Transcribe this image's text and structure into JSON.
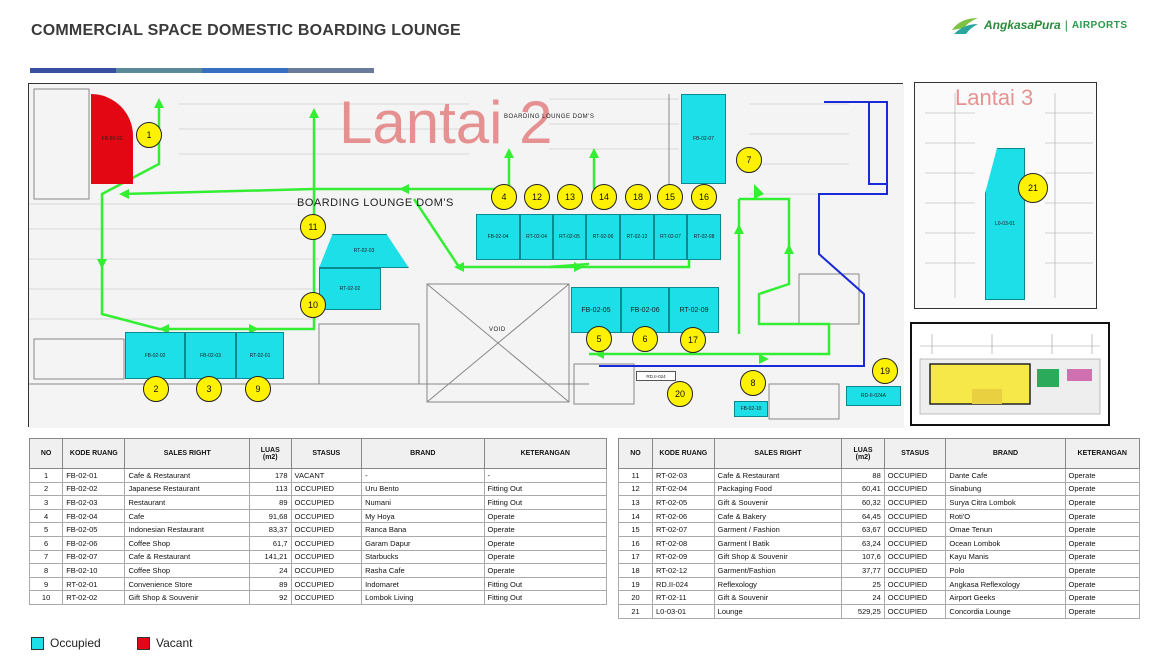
{
  "header": {
    "title": "COMMERCIAL SPACE DOMESTIC BOARDING LOUNGE",
    "logo_text": "AngkasaPura",
    "logo_sep": "|",
    "logo_sub": "AIRPORTS",
    "bar_colors": [
      "#3b4fa0",
      "#5a8a9a",
      "#3b6fc0",
      "#6a7a9a"
    ]
  },
  "map2": {
    "watermark": "Lantai 2",
    "hall_label": "BOARDING LOUNGE DOM'S",
    "hall_label_top": "BOARDING LOUNGE DOM'S",
    "void_label": "VOID",
    "rooms": {
      "fb0201": "FB-02-01",
      "fb0202": "FB-02-02",
      "fb0203": "FB-02-03",
      "rt0201": "RT-02-01",
      "rt0203": "RT-02-03",
      "rt0202": "RT-02-02",
      "fb0204": "FB-02-04",
      "rt0204": "RT-02-04",
      "rt0205": "RT-02-05",
      "rt0206": "RT-02-06",
      "rt0212": "RT-02-12",
      "rt0207": "RT-02-07",
      "rt0208": "RT-02-08",
      "fb0207": "FB-02-07",
      "fb0205": "FB-02-05",
      "fb0206": "FB-02-06",
      "rt0209": "RT-02-09",
      "rd024": "RD.II-024",
      "fb0210": "FB-02-10",
      "rd024a": "RD-II-024A"
    },
    "markers": [
      "1",
      "2",
      "3",
      "4",
      "5",
      "6",
      "7",
      "8",
      "9",
      "10",
      "11",
      "12",
      "13",
      "14",
      "15",
      "16",
      "17",
      "18",
      "19",
      "20"
    ]
  },
  "map3": {
    "watermark": "Lantai 3",
    "room": "L0-03-01",
    "marker": "21"
  },
  "table_left": {
    "headers": [
      "NO",
      "KODE RUANG",
      "SALES RIGHT",
      "LUAS (m2)",
      "STASUS",
      "BRAND",
      "KETERANGAN"
    ],
    "rows": [
      [
        "1",
        "FB-02-01",
        "Cafe & Restaurant",
        "178",
        "VACANT",
        "-",
        "-"
      ],
      [
        "2",
        "FB-02-02",
        "Japanese Restaurant",
        "113",
        "OCCUPIED",
        "Uru Bento",
        "Fitting Out"
      ],
      [
        "3",
        "FB-02-03",
        "Restaurant",
        "89",
        "OCCUPIED",
        "Numani",
        "Fitting Out"
      ],
      [
        "4",
        "FB-02-04",
        "Cafe",
        "91,68",
        "OCCUPIED",
        "My Hoya",
        "Operate"
      ],
      [
        "5",
        "FB-02-05",
        "Indonesian Restaurant",
        "83,37",
        "OCCUPIED",
        "Ranca Bana",
        "Operate"
      ],
      [
        "6",
        "FB-02-06",
        "Coffee Shop",
        "61,7",
        "OCCUPIED",
        "Garam Dapur",
        "Operate"
      ],
      [
        "7",
        "FB-02-07",
        "Cafe & Restaurant",
        "141,21",
        "OCCUPIED",
        "Starbucks",
        "Operate"
      ],
      [
        "8",
        "FB-02-10",
        "Coffee Shop",
        "24",
        "OCCUPIED",
        "Rasha Cafe",
        "Operate"
      ],
      [
        "9",
        "RT-02-01",
        "Convenience Store",
        "89",
        "OCCUPIED",
        "Indomaret",
        "Fitting Out"
      ],
      [
        "10",
        "RT-02-02",
        "Gift Shop & Souvenir",
        "92",
        "OCCUPIED",
        "Lombok Living",
        "Fitting Out"
      ]
    ]
  },
  "table_right": {
    "headers": [
      "NO",
      "KODE RUANG",
      "SALES RIGHT",
      "LUAS (m2)",
      "STASUS",
      "BRAND",
      "KETERANGAN"
    ],
    "rows": [
      [
        "11",
        "RT-02-03",
        "Cafe & Restaurant",
        "88",
        "OCCUPIED",
        "Dante Cafe",
        "Operate"
      ],
      [
        "12",
        "RT-02-04",
        "Packaging  Food",
        "60,41",
        "OCCUPIED",
        "Sinabung",
        "Operate"
      ],
      [
        "13",
        "RT-02-05",
        "Gift & Souvenir",
        "60,32",
        "OCCUPIED",
        "Surya Citra Lombok",
        "Operate"
      ],
      [
        "14",
        "RT-02-06",
        "Cafe & Bakery",
        "64,45",
        "OCCUPIED",
        "Roti'O",
        "Operate"
      ],
      [
        "15",
        "RT-02-07",
        "Garment / Fashion",
        "63,67",
        "OCCUPIED",
        "Omae Tenun",
        "Operate"
      ],
      [
        "16",
        "RT-02-08",
        "Garment l Batik",
        "63,24",
        "OCCUPIED",
        "Ocean Lombok",
        "Operate"
      ],
      [
        "17",
        "RT-02-09",
        "Gift Shop & Souvenir",
        "107,6",
        "OCCUPIED",
        "Kayu Manis",
        "Operate"
      ],
      [
        "18",
        "RT-02-12",
        "Garment/Fashion",
        "37,77",
        "OCCUPIED",
        "Polo",
        "Operate"
      ],
      [
        "19",
        "RD.II-024",
        "Reflexology",
        "25",
        "OCCUPIED",
        "Angkasa Reflexology",
        "Operate"
      ],
      [
        "20",
        "RT-02-11",
        "Gift & Souvenir",
        "24",
        "OCCUPIED",
        "Airport Geeks",
        "Operate"
      ],
      [
        "21",
        "L0-03-01",
        "Lounge",
        "529,25",
        "OCCUPIED",
        "Concordia Lounge",
        "Operate"
      ]
    ]
  },
  "legend": {
    "occupied_label": "Occupied",
    "vacant_label": "Vacant",
    "occupied_color": "#1cdfe8",
    "vacant_color": "#e30613"
  }
}
